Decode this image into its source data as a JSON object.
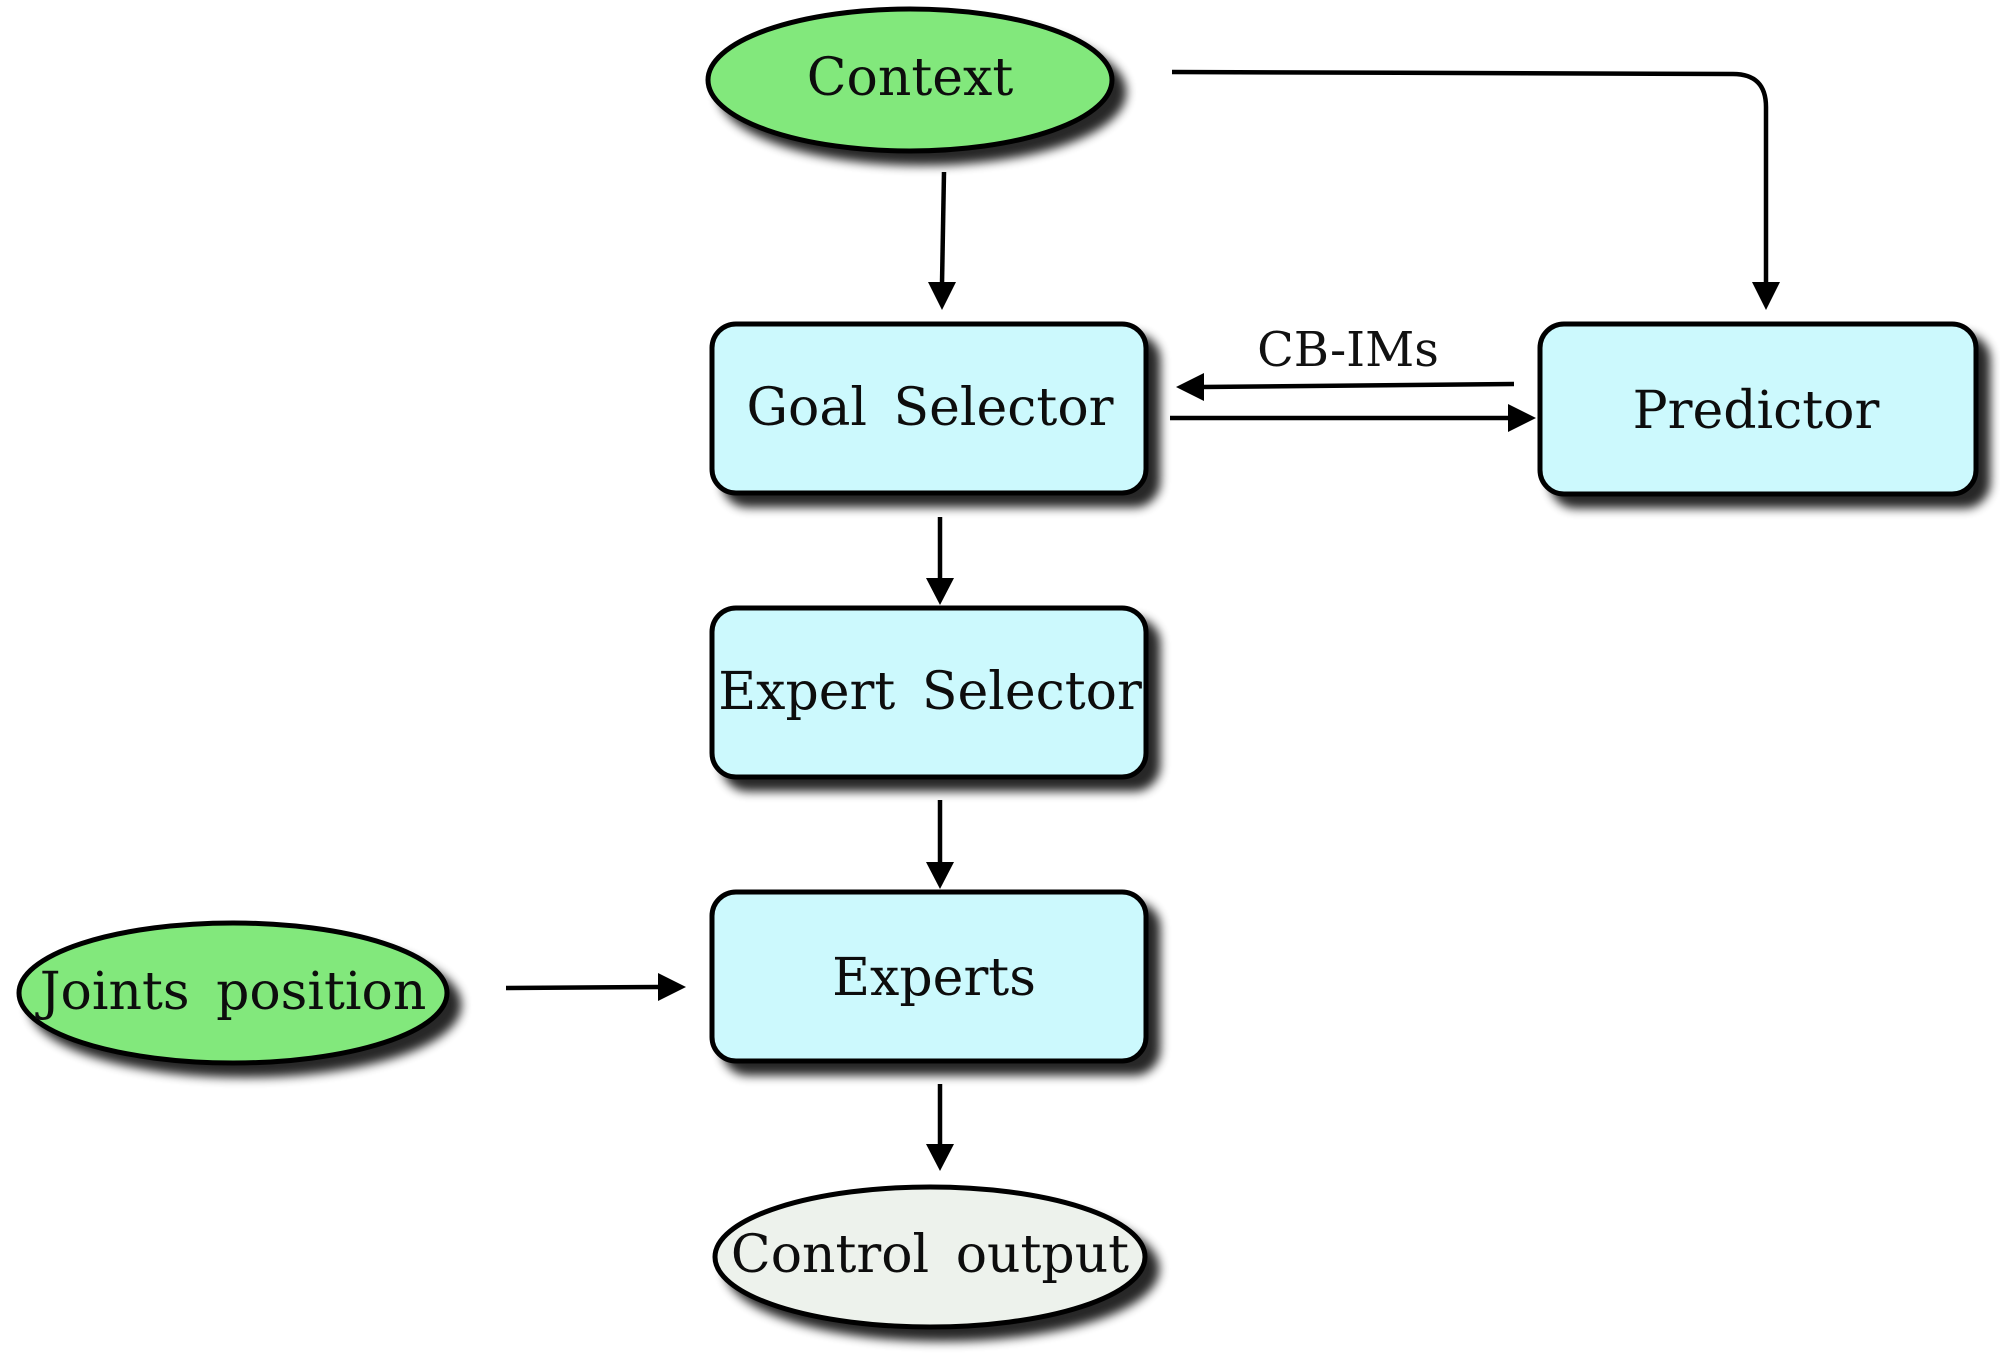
{
  "diagram": {
    "nodes": {
      "context": {
        "label": "Context",
        "shape": "ellipse",
        "fill": "#82e87c"
      },
      "goal_selector": {
        "label": "Goal Selector",
        "shape": "rounded-rect",
        "fill": "#ccf9fd"
      },
      "predictor": {
        "label": "Predictor",
        "shape": "rounded-rect",
        "fill": "#ccf9fd"
      },
      "expert_selector": {
        "label": "Expert Selector",
        "shape": "rounded-rect",
        "fill": "#ccf9fd"
      },
      "experts": {
        "label": "Experts",
        "shape": "rounded-rect",
        "fill": "#ccf9fd"
      },
      "joints_position": {
        "label": "Joints position",
        "shape": "ellipse",
        "fill": "#82e87c"
      },
      "control_output": {
        "label": "Control output",
        "shape": "ellipse",
        "fill": "#edf2ec"
      }
    },
    "edges": [
      {
        "from": "context",
        "to": "goal_selector",
        "label": ""
      },
      {
        "from": "context",
        "to": "predictor",
        "label": ""
      },
      {
        "from": "predictor",
        "to": "goal_selector",
        "label": "CB-IMs"
      },
      {
        "from": "goal_selector",
        "to": "predictor",
        "label": ""
      },
      {
        "from": "goal_selector",
        "to": "expert_selector",
        "label": ""
      },
      {
        "from": "expert_selector",
        "to": "experts",
        "label": ""
      },
      {
        "from": "joints_position",
        "to": "experts",
        "label": ""
      },
      {
        "from": "experts",
        "to": "control_output",
        "label": ""
      }
    ],
    "colors": {
      "stroke": "#000000",
      "shadow": "#000000",
      "background": "#ffffff"
    }
  }
}
